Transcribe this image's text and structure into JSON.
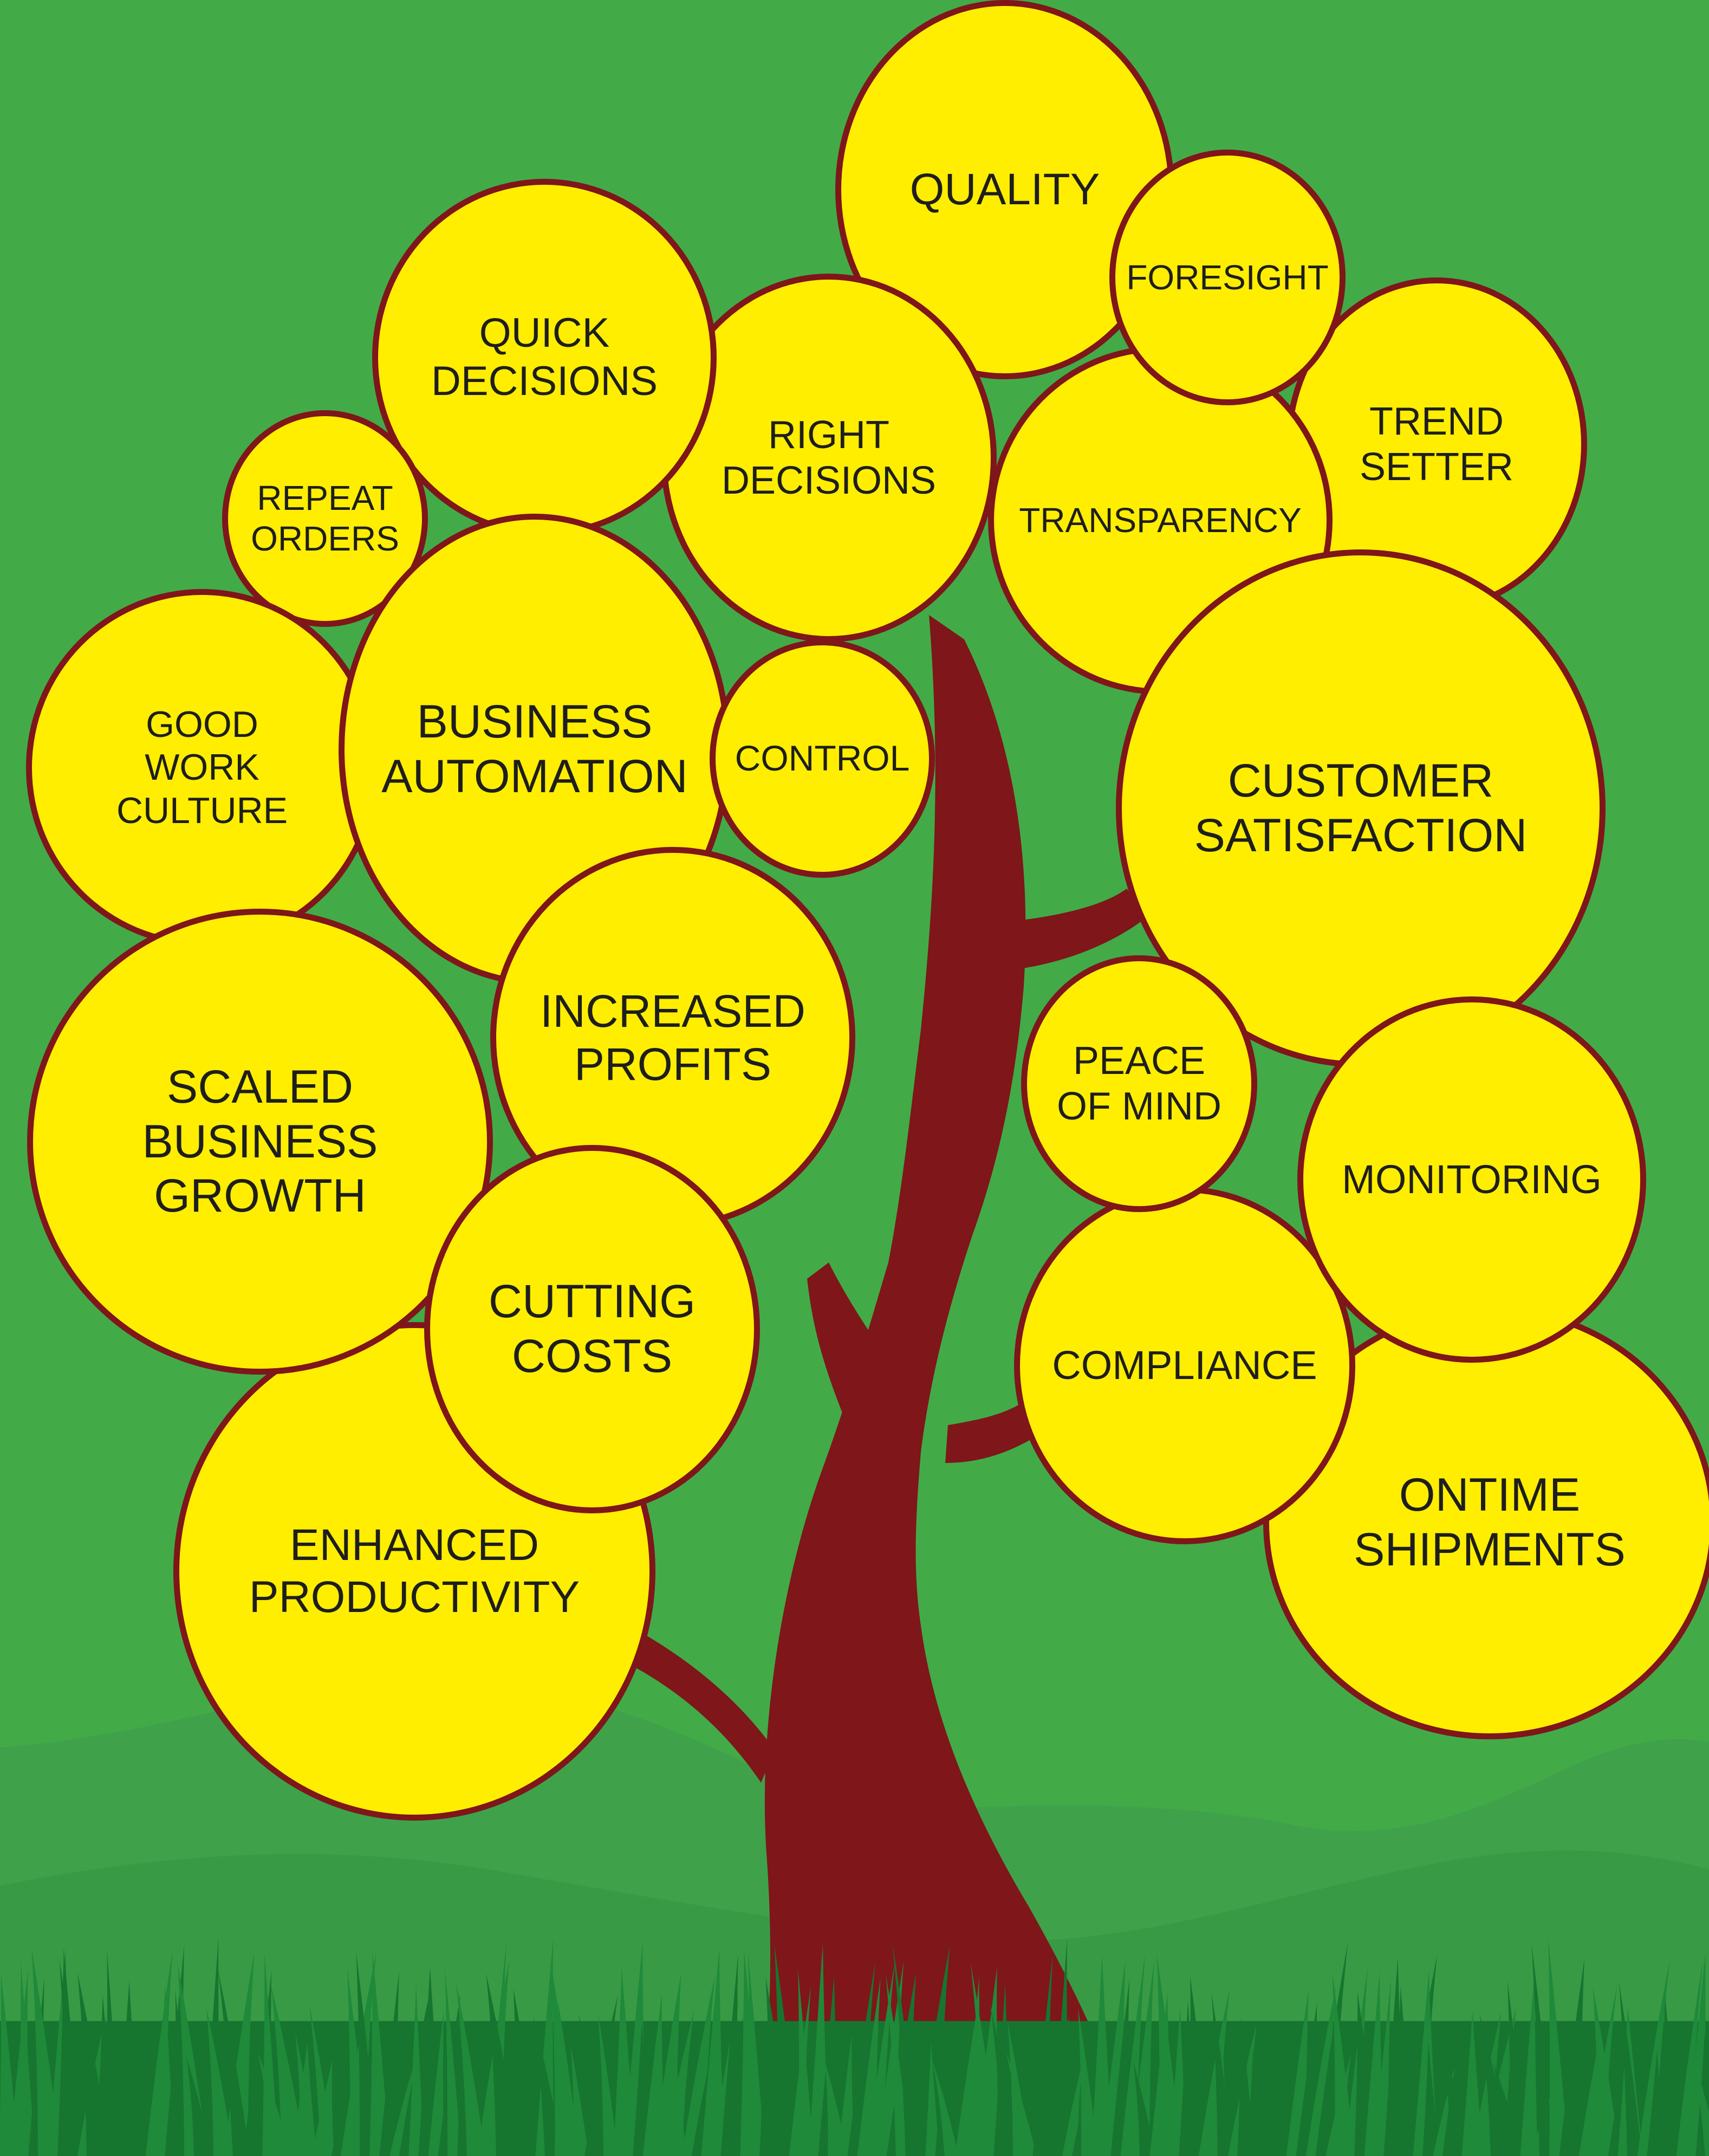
{
  "colors": {
    "sky": "#42ab48",
    "hills_far": "#3fa24a",
    "hills_near": "#399a45",
    "grass_light": "#1f8a3a",
    "grass_dark": "#16752f",
    "trunk": "#7e161a",
    "bubble_fill": "#ffee00",
    "bubble_outline": "#7e161a",
    "label_text": "#1e1e1e"
  },
  "bubbles": [
    {
      "id": "trend-setter",
      "label": "TREND\nSETTER"
    },
    {
      "id": "quality",
      "label": "QUALITY"
    },
    {
      "id": "right-decisions",
      "label": "RIGHT\nDECISIONS"
    },
    {
      "id": "quick-decisions",
      "label": "QUICK\nDECISIONS"
    },
    {
      "id": "transparency",
      "label": "TRANSPARENCY"
    },
    {
      "id": "foresight",
      "label": "FORESIGHT"
    },
    {
      "id": "repeat-orders",
      "label": "REPEAT\nORDERS"
    },
    {
      "id": "good-work-culture",
      "label": "GOOD\nWORK\nCULTURE"
    },
    {
      "id": "customer-satisfaction",
      "label": "CUSTOMER\nSATISFACTION"
    },
    {
      "id": "business-automation",
      "label": "BUSINESS\nAUTOMATION"
    },
    {
      "id": "control",
      "label": "CONTROL"
    },
    {
      "id": "increased-profits",
      "label": "INCREASED\nPROFITS"
    },
    {
      "id": "enhanced-productivity",
      "label": "ENHANCED\nPRODUCTIVITY"
    },
    {
      "id": "scaled-business-growth",
      "label": "SCALED\nBUSINESS\nGROWTH"
    },
    {
      "id": "cutting-costs",
      "label": "CUTTING\nCOSTS"
    },
    {
      "id": "ontime-shipments",
      "label": "ONTIME\nSHIPMENTS"
    },
    {
      "id": "compliance",
      "label": "COMPLIANCE"
    },
    {
      "id": "monitoring",
      "label": "MONITORING"
    },
    {
      "id": "peace-of-mind",
      "label": "PEACE\nOF MIND"
    }
  ]
}
